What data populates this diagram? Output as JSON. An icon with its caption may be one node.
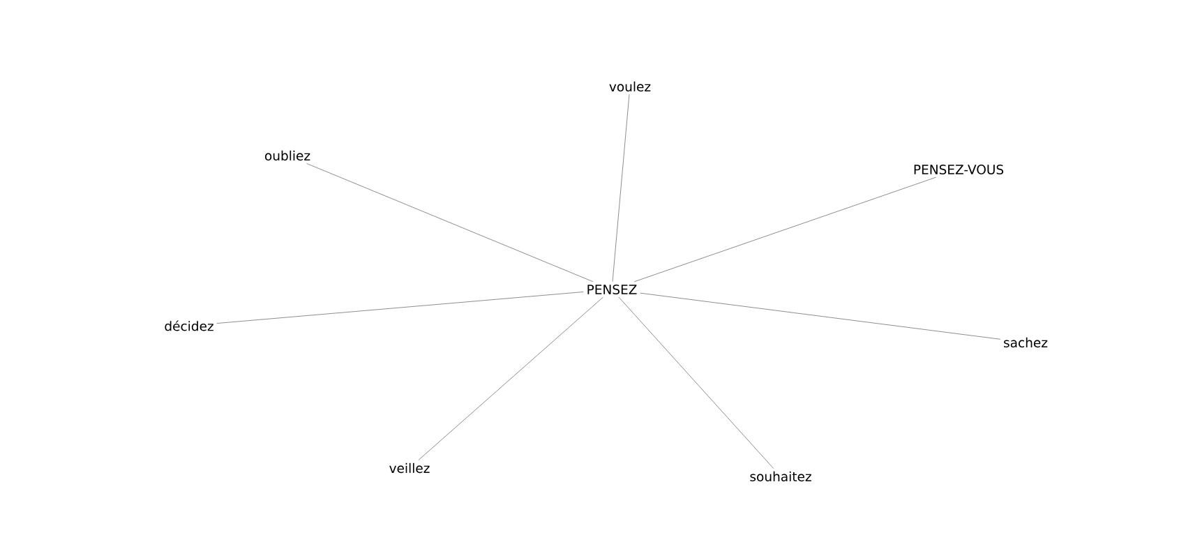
{
  "diagram": {
    "nodes": [
      {
        "text": [
          "voulez"
        ]
      },
      {
        "text": [
          "oubliez"
        ]
      },
      {
        "text": [
          "PENSEZ-VOUS"
        ]
      },
      {
        "text": [
          "PENSEZ"
        ]
      },
      {
        "text": [
          "décidez"
        ]
      },
      {
        "text": [
          "sachez"
        ]
      },
      {
        "text": [
          "veillez"
        ]
      },
      {
        "text": [
          "souhaitez"
        ]
      }
    ],
    "edges": [
      {
        "from": 3,
        "to": 0,
        "arrow": "none"
      },
      {
        "from": 3,
        "to": 1,
        "arrow": "none"
      },
      {
        "from": 3,
        "to": 2,
        "arrow": "none"
      },
      {
        "from": 3,
        "to": 4,
        "arrow": "none"
      },
      {
        "from": 3,
        "to": 5,
        "arrow": "none"
      },
      {
        "from": 3,
        "to": 6,
        "arrow": "none"
      },
      {
        "from": 3,
        "to": 7,
        "arrow": "none"
      }
    ]
  }
}
